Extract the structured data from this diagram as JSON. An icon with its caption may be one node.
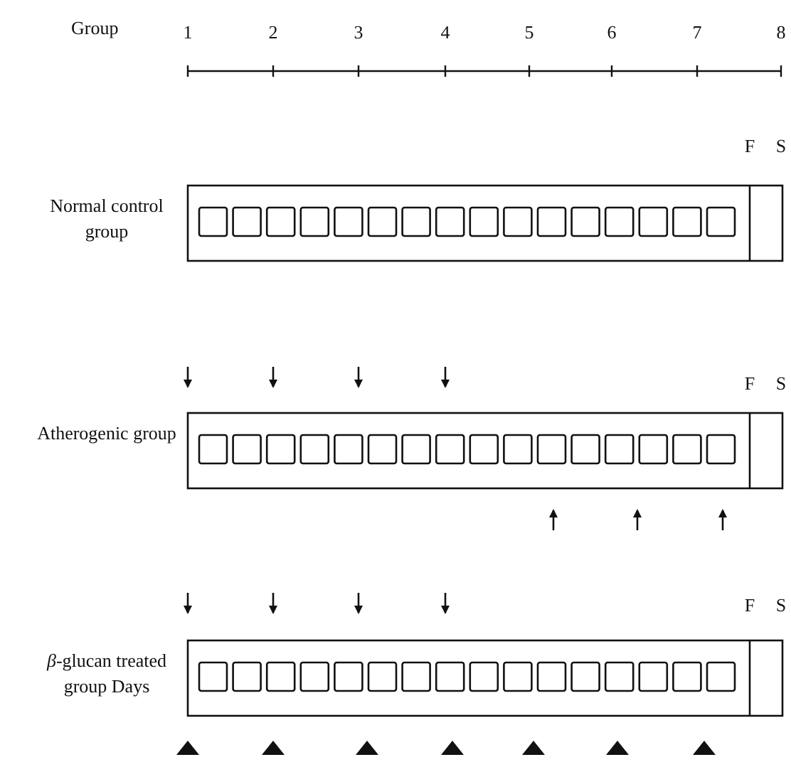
{
  "diagram": {
    "nodes": [
      {
        "text": [
          "Normal control group"
        ]
      },
      {
        "text": [
          "Atherogenic group"
        ]
      },
      {
        "text": [
          "*β*-glucan treated group Days"
        ]
      }
    ],
    "labels": [
      "Group",
      "1",
      "2",
      "3",
      "4",
      "5",
      "6",
      "7",
      "8",
      "F",
      "S",
      "F",
      "S",
      "F",
      "S"
    ]
  }
}
